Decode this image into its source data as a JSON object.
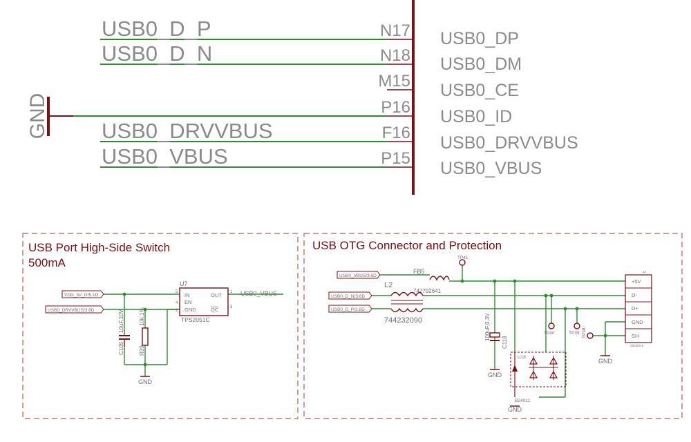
{
  "top": {
    "gnd_label": "GND",
    "left_nets": [
      "USB0_D_P",
      "USB0_D_N",
      "USB0_DRVVBUS",
      "USB0_VBUS"
    ],
    "pins": [
      "N17",
      "N18",
      "M15",
      "P16",
      "F16",
      "P15"
    ],
    "pin_functions": [
      "USB0_DP",
      "USB0_DM",
      "USB0_CE",
      "USB0_ID",
      "USB0_DRVVBUS",
      "USB0_VBUS"
    ]
  },
  "left_box": {
    "title_line1": "USB Port High-Side Switch",
    "title_line2": "500mA",
    "port_vdd": "VDD_5V_D/5.1D",
    "port_drv": "USB0_DRVVBUS/3.6D",
    "ic_ref": "U7",
    "ic_part": "TPS2051C",
    "ic_pins": [
      "IN",
      "EN",
      "GND",
      "OUT",
      "OC"
    ],
    "ic_pin_numbers": [
      "5",
      "4",
      "2",
      "1",
      "3"
    ],
    "out_net": "USB0_VBUS",
    "cap_ref": "C105",
    "cap_value": "10uF,10V",
    "res_ref": "R39",
    "res_value": "10k,1%",
    "gnd": "GND"
  },
  "right_box": {
    "title": "USB OTG Connector and Protection",
    "port_vbus": "USB0_VBUS/3.6D",
    "port_dn": "USB0_D_N/3.6D",
    "port_dp": "USB0_D_P/3.6D",
    "tp_top": "TP41",
    "fb_ref": "FB5",
    "fb_part": "742792641",
    "choke_ref": "L2",
    "choke_part": "744232090",
    "cap_ref": "C118",
    "cap_value": "100uF,6.3V",
    "tp40": "TP40",
    "tp39": "TP39",
    "tp38": "TP38",
    "esd_ref": "U18",
    "esd_part": "B24011",
    "conn_ref": "J3",
    "conn_part": "292303-8",
    "conn_pins": [
      "+5V",
      "D-",
      "D+",
      "GND",
      "SH"
    ],
    "gnd": "GND"
  }
}
